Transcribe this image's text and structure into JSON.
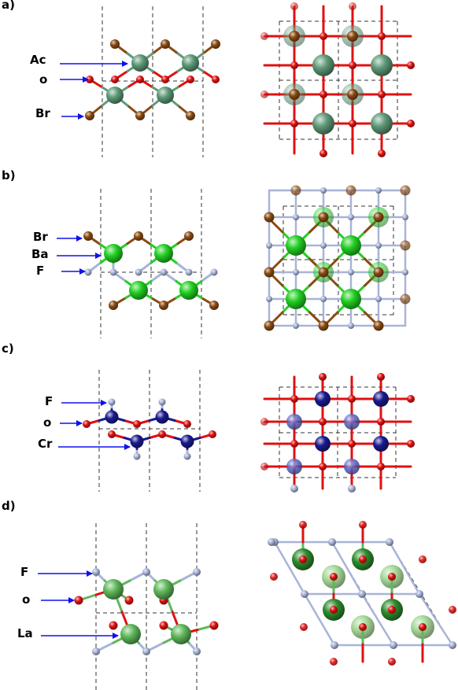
{
  "panels": [
    {
      "label": "a)",
      "atoms": [
        "Ac",
        "o",
        "Br"
      ]
    },
    {
      "label": "b)",
      "atoms": [
        "Br",
        "Ba",
        "F"
      ]
    },
    {
      "label": "c)",
      "atoms": [
        "F",
        "o",
        "Cr"
      ]
    },
    {
      "label": "d)",
      "atoms": [
        "F",
        "o",
        "La"
      ]
    }
  ],
  "colors": {
    "arrow": "#1010ee",
    "Ac": "#5e9a78",
    "Br": "#8a4a12",
    "O": "#e01010",
    "Ba": "#22d022",
    "F": "#a8b4d8",
    "Cr": "#1a1a90",
    "La": "#5fb85a"
  }
}
